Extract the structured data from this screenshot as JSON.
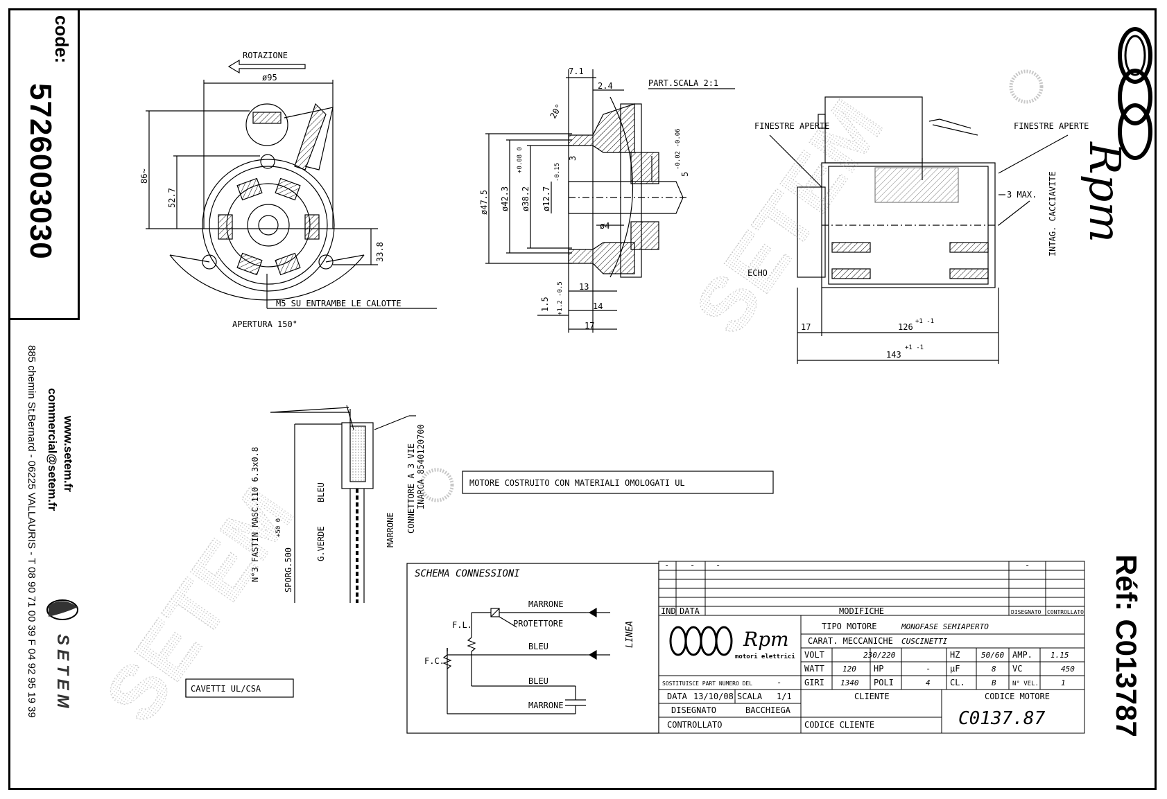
{
  "sidebar": {
    "code_label": "code:",
    "code_number": "5726003030",
    "website": "www.setem.fr",
    "email": "commercial@setem.fr",
    "address": "885 chemin St.Bernard - 06225 VALLAURIS - T 08 90 71 00 39  F 04 92 95 19 39",
    "company": "SETEM"
  },
  "right_panel": {
    "brand": "Rpm",
    "reference": "Réf: C013787"
  },
  "front_view": {
    "rotation_label": "ROTAZIONE",
    "diameter": "ø95",
    "dim_height": "86~",
    "dim_center": "52.7",
    "dim_bolt": "33.8",
    "m5_note": "M5 SU ENTRAMBE LE CALOTTE",
    "opening_note": "APERTURA 150°"
  },
  "detail_view": {
    "scale_note": "PART.SCALA 2:1",
    "dim_7_1": "7.1",
    "dim_2_4": "2.4",
    "angle": "20°",
    "dim_47_5": "ø47.5",
    "dim_42_3": "ø42.3",
    "dim_38_2": "ø38.2",
    "tol_38_2": "+0.08 0",
    "dim_12": "ø12.7",
    "tol_12": "-0.15",
    "dim_5": "5",
    "tol_5": "-0.02 -0.06",
    "dim_4": "ø4",
    "dim_3": "3",
    "dim_13": "13",
    "dim_14": "14",
    "dim_17": "17",
    "dim_1_5": "1.5",
    "tol_1_5": "+1.2 -0.5"
  },
  "side_view": {
    "left_windows": "FINESTRE APERTE",
    "right_windows": "FINESTRE APERTE",
    "max_note": "3 MAX.",
    "screwdriver_note": "INTAG. CACCIAVITE",
    "echo_note": "ECHO",
    "dim_17": "17",
    "dim_126": "126",
    "tol_126": "+1 -1",
    "dim_143": "143",
    "tol_143": "+1 -1"
  },
  "cable_view": {
    "fastin_note": "N°3 FASTIN MASC.110 6.3x0.8",
    "connector_note": "CONNETTORE A 3 VIE",
    "connector_code": "INARCA 8540120700",
    "wire_blue": "BLEU",
    "wire_green": "G.VERDE",
    "wire_brown": "MARRONE",
    "overhang": "SPORG.500",
    "overhang_tol": "+50 0",
    "cable_note": "CAVETTI UL/CSA"
  },
  "ul_note": "MOTORE COSTRUITO CON MATERIALI OMOLOGATI UL",
  "schematic": {
    "title": "SCHEMA CONNESSIONI",
    "marrone_top": "MARRONE",
    "protettore": "PROTETTORE",
    "bleu_top": "BLEU",
    "bleu_bottom": "BLEU",
    "marrone_bottom": "MARRONE",
    "fl": "F.L.",
    "fc": "F.C.",
    "linea": "LINEA"
  },
  "title_block": {
    "modif_headers": {
      "ind": "IND",
      "data": "DATA",
      "modifiche": "MODIFICHE",
      "disegnato": "DISEGNATO",
      "controllato": "CONTROLLATO"
    },
    "dash": "-",
    "brand": "Rpm",
    "brand_sub": "motori elettrici",
    "tipo_motore_label": "TIPO MOTORE",
    "tipo_motore_value": "MONOFASE SEMIAPERTO",
    "carat_label": "CARAT. MECCANICHE",
    "carat_value": "CUSCINETTI",
    "volt_label": "VOLT",
    "volt_value": "230/220",
    "hz_label": "HZ",
    "hz_value": "50/60",
    "amp_label": "AMP.",
    "amp_value": "1.15",
    "watt_label": "WATT",
    "watt_value": "120",
    "hp_label": "HP",
    "hp_value": "-",
    "uf_label": "µF",
    "uf_value": "8",
    "vc_label": "VC",
    "vc_value": "450",
    "giri_label": "GIRI",
    "giri_value": "1340",
    "poli_label": "POLI",
    "poli_value": "4",
    "cl_label": "CL.",
    "cl_value": "B",
    "vel_label": "N° VEL.",
    "vel_value": "1",
    "sostituisce_label": "SOSTITUISCE PART NUMERO DEL",
    "sostituisce_value": "-",
    "data_label": "DATA",
    "data_value": "13/10/08",
    "scala_label": "SCALA",
    "scala_value": "1/1",
    "disegnato_label": "DISEGNATO",
    "disegnato_value": "BACCHIEGA",
    "controllato_label": "CONTROLLATO",
    "cliente_label": "CLIENTE",
    "codice_cliente_label": "CODICE CLIENTE",
    "codice_motore_label": "CODICE MOTORE",
    "codice_motore_value": "C0137.87"
  },
  "watermark": "SETEM"
}
